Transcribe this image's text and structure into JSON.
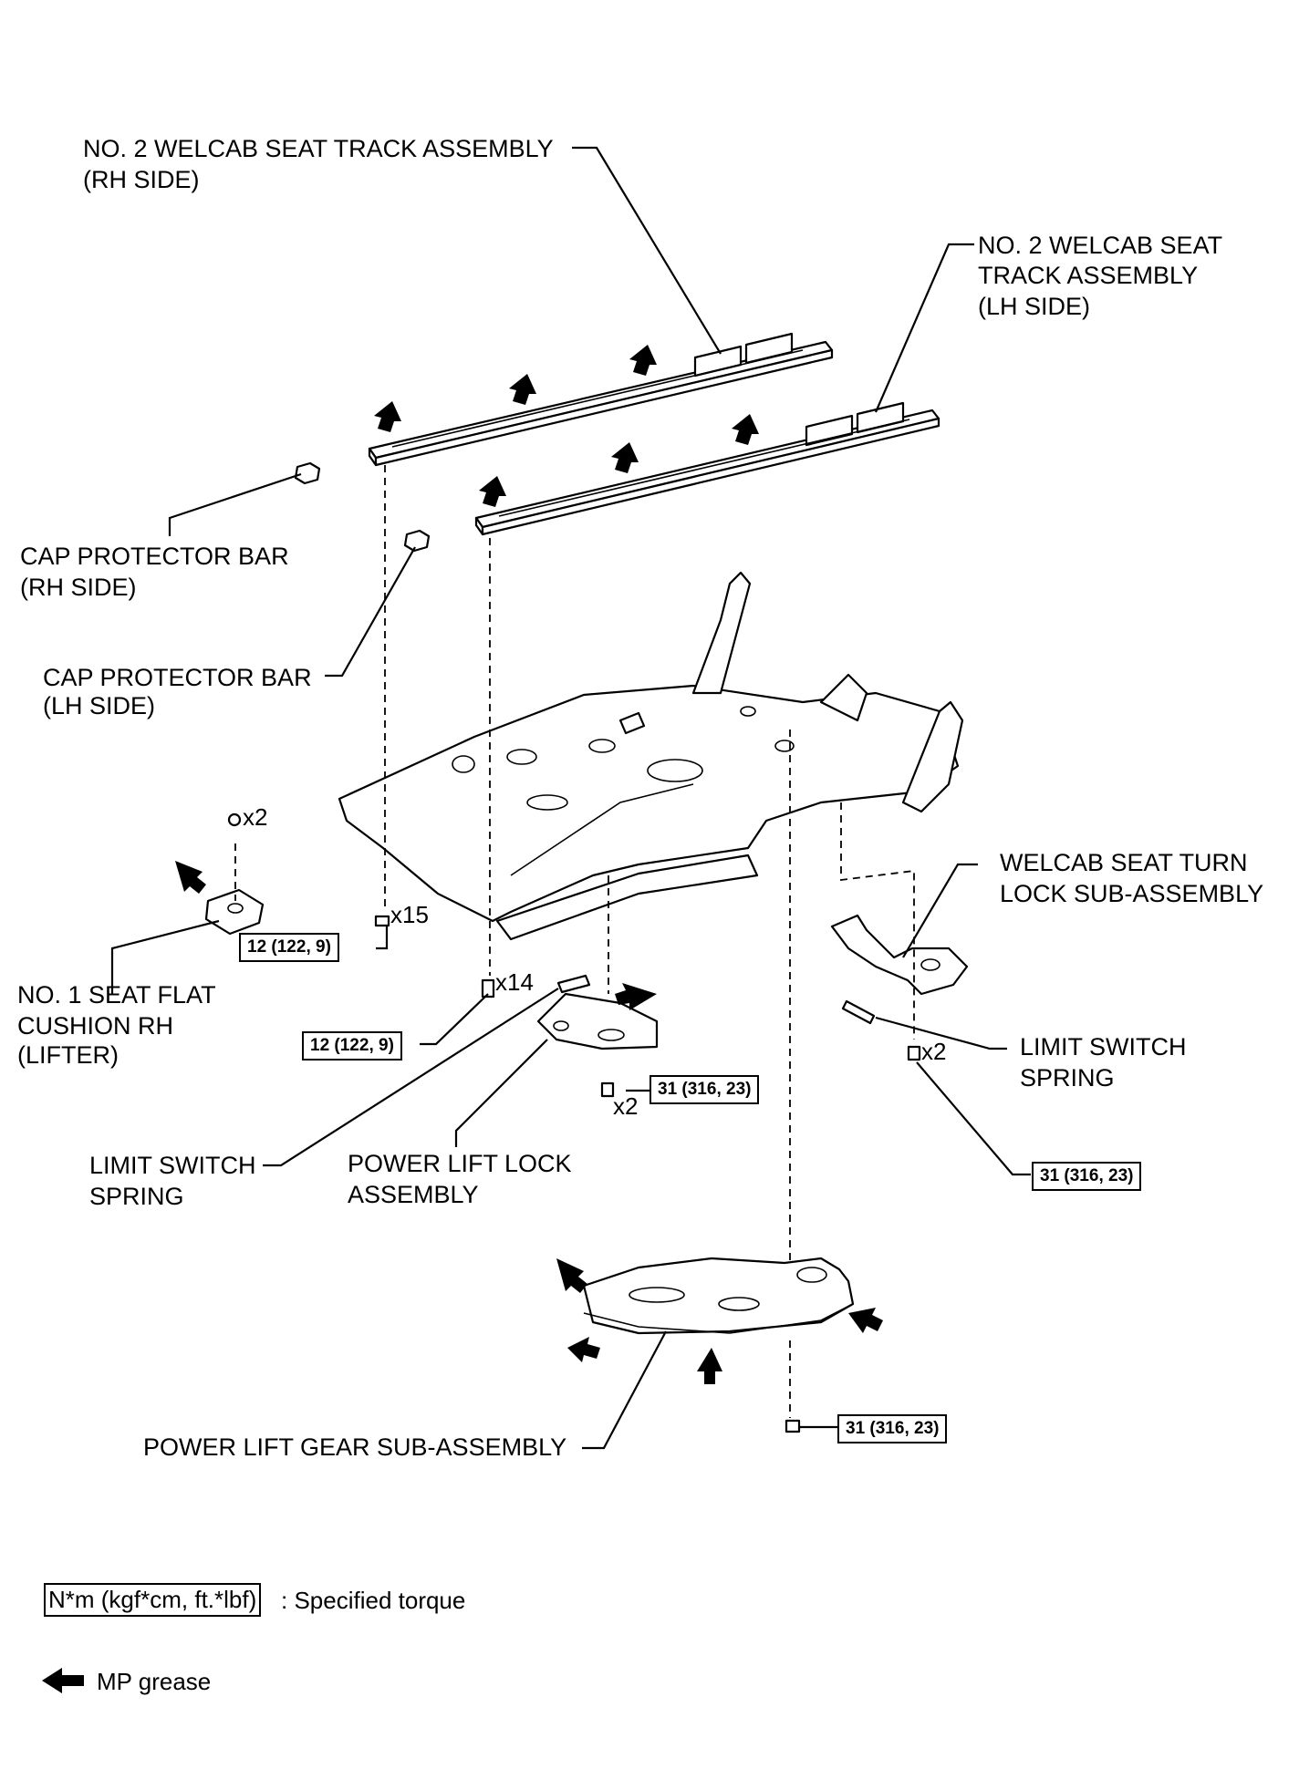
{
  "labels": {
    "track_rh_1": "NO. 2 WELCAB SEAT TRACK ASSEMBLY",
    "track_rh_2": "(RH SIDE)",
    "track_lh_1": "NO. 2 WELCAB SEAT",
    "track_lh_2": "TRACK ASSEMBLY",
    "track_lh_3": "(LH SIDE)",
    "cap_rh_1": "CAP PROTECTOR BAR",
    "cap_rh_2": "(RH SIDE)",
    "cap_lh_1": "CAP PROTECTOR BAR",
    "cap_lh_2": "(LH SIDE)",
    "turn_lock_1": "WELCAB SEAT TURN",
    "turn_lock_2": "LOCK SUB-ASSEMBLY",
    "cushion_1": "NO. 1 SEAT FLAT",
    "cushion_2": "CUSHION RH",
    "cushion_3": "(LIFTER)",
    "limit_r_1": "LIMIT SWITCH",
    "limit_r_2": "SPRING",
    "limit_l_1": "LIMIT SWITCH",
    "limit_l_2": "SPRING",
    "lift_lock_1": "POWER LIFT LOCK",
    "lift_lock_2": "ASSEMBLY",
    "gear": "POWER LIFT GEAR SUB-ASSEMBLY"
  },
  "torques": {
    "t1": "12 (122, 9)",
    "t2": "12 (122, 9)",
    "t3": "31 (316, 23)",
    "t4": "31 (316, 23)",
    "t5": "31 (316, 23)"
  },
  "quantities": {
    "q_x2_cushion": "x2",
    "q_x15": "x15",
    "q_x14": "x14",
    "q_x2_lock": "x2",
    "q_x2_turn": "x2"
  },
  "legend": {
    "torque_unit": "N*m (kgf*cm, ft.*lbf)",
    "torque_desc": ": Specified torque",
    "grease": "MP grease"
  }
}
